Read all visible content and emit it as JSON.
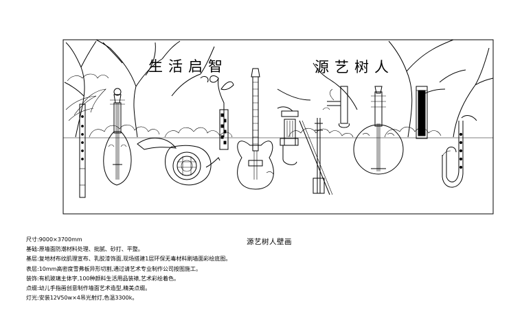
{
  "mural": {
    "title_left": "生活启智",
    "title_right": "源艺树人"
  },
  "caption": "源艺树人壁画",
  "notes": [
    "尺寸:9000×3700mm",
    "基础:原墙面防潮材料处理、批腻、砂打、平整。",
    "基层:复地材布纹肌理宣布、乳胶漆饰面,现场搭建1层环保无毒材料刷墙面彩绘底图。",
    "表层:10mm高密度雪弗板异形切割,通过请艺术专业制作公司按图施工。",
    "装饰:有机玻璃主体字,100种颜料生活用品装裱,艺术彩绘着色。",
    "点缀:幼儿手指画创意制作墙面艺术造型,精美点缀。",
    "灯光:安装12V50w×4吊光射灯,色温3300k。"
  ]
}
